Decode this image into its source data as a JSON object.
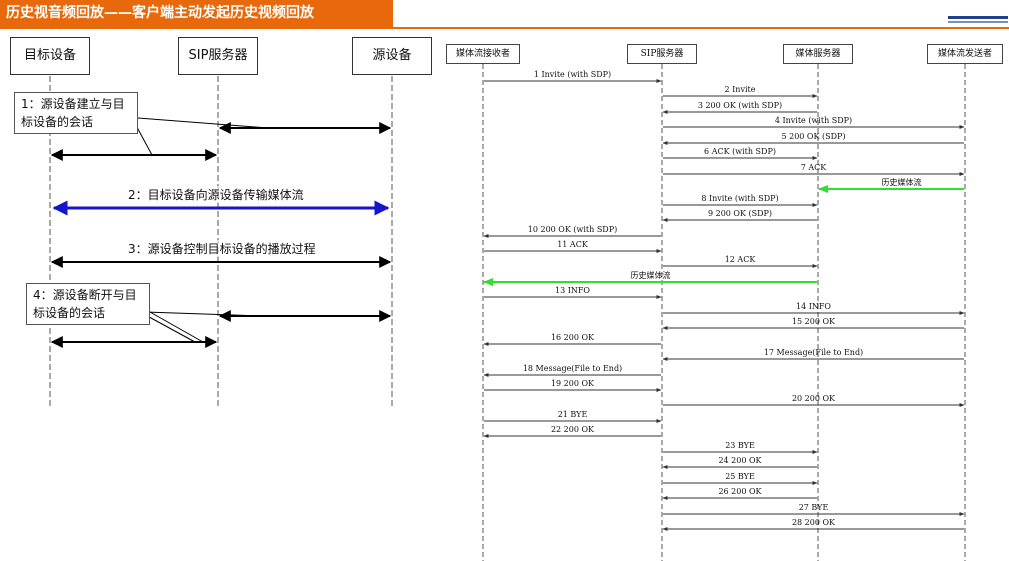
{
  "title": "历史视音频回放——客户端主动发起历史视频回放",
  "left_diagram": {
    "participants": [
      "目标设备",
      "SIP服务器",
      "源设备"
    ],
    "notes": {
      "step1": [
        "1：源设备建立与目",
        "标设备的会话"
      ],
      "step4": [
        "4：源设备断开与目",
        "标设备的会话"
      ]
    },
    "labels": {
      "step2": "2：目标设备向源设备传输媒体流",
      "step3": "3：源设备控制目标设备的播放过程"
    },
    "colors": {
      "media_arrow": "#1515cc",
      "arrow": "#000000"
    }
  },
  "right_diagram": {
    "participants": [
      "媒体流接收者",
      "SIP服务器",
      "媒体服务器",
      "媒体流发送者"
    ],
    "messages": [
      {
        "text": "1 Invite (with SDP)",
        "from": 0,
        "to": 1
      },
      {
        "text": "2 Invite",
        "from": 1,
        "to": 2
      },
      {
        "text": "3 200 OK (with SDP)",
        "from": 2,
        "to": 1
      },
      {
        "text": "4 Invite (with SDP)",
        "from": 1,
        "to": 3
      },
      {
        "text": "5 200 OK (SDP)",
        "from": 3,
        "to": 1
      },
      {
        "text": "6 ACK (with SDP)",
        "from": 1,
        "to": 2
      },
      {
        "text": "7 ACK",
        "from": 1,
        "to": 3
      },
      {
        "text": "历史媒体流",
        "from": 3,
        "to": 2,
        "media": true
      },
      {
        "text": "8 Invite (with SDP)",
        "from": 1,
        "to": 2
      },
      {
        "text": "9 200 OK (SDP)",
        "from": 2,
        "to": 1
      },
      {
        "text": "10 200 OK (with SDP)",
        "from": 1,
        "to": 0
      },
      {
        "text": "11 ACK",
        "from": 0,
        "to": 1
      },
      {
        "text": "12 ACK",
        "from": 1,
        "to": 2
      },
      {
        "text": "历史媒体流",
        "from": 2,
        "to": 0,
        "media": true
      },
      {
        "text": "13 INFO",
        "from": 0,
        "to": 1
      },
      {
        "text": "14 INFO",
        "from": 1,
        "to": 3
      },
      {
        "text": "15 200 OK",
        "from": 3,
        "to": 1
      },
      {
        "text": "16 200 OK",
        "from": 1,
        "to": 0
      },
      {
        "text": "17 Message(File to End)",
        "from": 3,
        "to": 1
      },
      {
        "text": "18 Message(File to End)",
        "from": 1,
        "to": 0
      },
      {
        "text": "19 200 OK",
        "from": 0,
        "to": 1
      },
      {
        "text": "20 200 OK",
        "from": 1,
        "to": 3
      },
      {
        "text": "21 BYE",
        "from": 0,
        "to": 1
      },
      {
        "text": "22 200 OK",
        "from": 1,
        "to": 0
      },
      {
        "text": "23 BYE",
        "from": 1,
        "to": 2
      },
      {
        "text": "24 200 OK",
        "from": 2,
        "to": 1
      },
      {
        "text": "25 BYE",
        "from": 1,
        "to": 2
      },
      {
        "text": "26 200 OK",
        "from": 2,
        "to": 1
      },
      {
        "text": "27 BYE",
        "from": 1,
        "to": 3
      },
      {
        "text": "28 200 OK",
        "from": 3,
        "to": 1
      }
    ],
    "colors": {
      "media_arrow": "#33dd33",
      "arrow": "#333333"
    }
  }
}
